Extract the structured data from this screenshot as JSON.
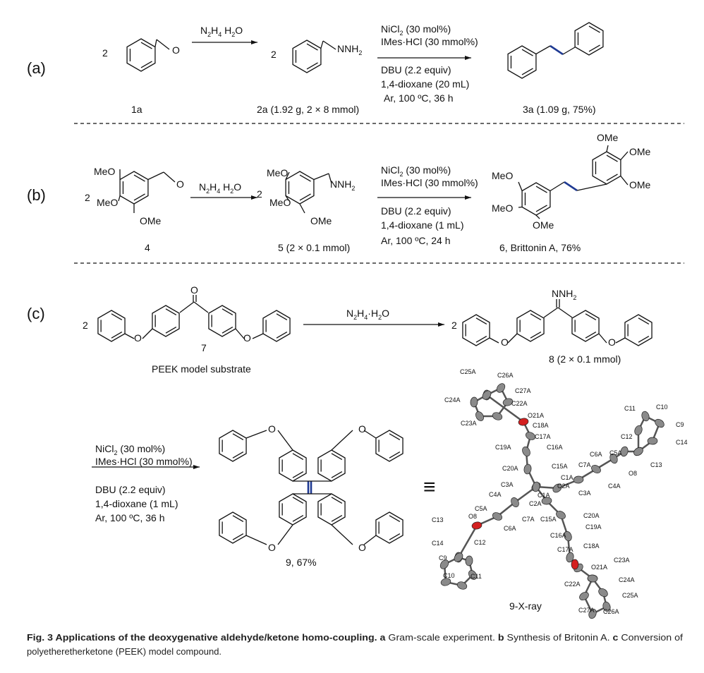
{
  "panels": {
    "a": {
      "label": "(a)",
      "coef1": "2",
      "coef2": "2",
      "reagent1": {
        "a": "N",
        "b": "2",
        "c": "H",
        "d": "4",
        "e": " H",
        "f": "2",
        "g": "O"
      },
      "aldehyde_o": "O",
      "hydrazone": {
        "a": "NNH",
        "b": "2"
      },
      "cond": {
        "ni": "NiCl",
        "ni_sub": "2",
        "ni_rest": " (30 mol%)",
        "imes": "IMes·HCl (30 mmol%)",
        "dbu": "DBU (2.2 equiv)",
        "solvent": "1,4-dioxane (20 mL)",
        "temp": "Ar, 100 ºC, 36 h"
      },
      "c1": "1a",
      "c2": "2a (1.92 g, 2 × 8 mmol)",
      "c3": "3a (1.09 g, 75%)"
    },
    "b": {
      "label": "(b)",
      "coef1": "2",
      "coef2": "2",
      "reagent1": {
        "a": "N",
        "b": "2",
        "c": "H",
        "d": "4",
        "e": " H",
        "f": "2",
        "g": "O"
      },
      "meo": "MeO",
      "ome": "OMe",
      "aldehyde_o": "O",
      "hydrazone": {
        "a": "NNH",
        "b": "2"
      },
      "cond": {
        "ni": "NiCl",
        "ni_sub": "2",
        "ni_rest": " (30 mol%)",
        "imes": "IMes·HCl (30 mmol%)",
        "dbu": "DBU (2.2 equiv)",
        "solvent": "1,4-dioxane (1 mL)",
        "temp": "Ar, 100 ºC, 24 h"
      },
      "c1": "4",
      "c2": "5 (2 × 0.1 mmol)",
      "c3": "6, Brittonin A, 76%"
    },
    "c": {
      "label": "(c)",
      "coef1": "2",
      "coef2": "2",
      "o": "O",
      "reagent1": {
        "a": "N",
        "b": "2",
        "c": "H",
        "d": "4",
        "e": "·H",
        "f": "2",
        "g": "O"
      },
      "hydrazone": {
        "a": "NNH",
        "b": "2"
      },
      "c7": "7",
      "c7_desc": "PEEK model substrate",
      "c8": "8 (2 × 0.1 mmol)",
      "cond": {
        "ni": "NiCl",
        "ni_sub": "2",
        "ni_rest": " (30 mol%)",
        "imes": "IMes·HCl (30 mmol%)",
        "dbu": "DBU (2.2 equiv)",
        "solvent": "1,4-dioxane (1 mL)",
        "temp": "Ar, 100 ºC, 36 h"
      },
      "c9": "9, 67%",
      "equiv": "≡",
      "xray_label": "9-X-ray",
      "atoms": [
        "C25A",
        "C26A",
        "C27A",
        "C22A",
        "C24A",
        "O21A",
        "C23A",
        "C18A",
        "C17A",
        "C19A",
        "C16A",
        "C20A",
        "C15A",
        "C1A",
        "C2A",
        "C3A",
        "C4A",
        "C2A",
        "C5A",
        "C7A",
        "C15A",
        "O8",
        "C6A",
        "C13",
        "C12",
        "C14",
        "C9",
        "C10",
        "C11",
        "C20A",
        "C19A",
        "C16A",
        "C18A",
        "C17A",
        "O21A",
        "C23A",
        "C22A",
        "C24A",
        "C25A",
        "C27A",
        "C26A",
        "C11",
        "C10",
        "C9",
        "C12",
        "C14",
        "C13",
        "O8",
        "C6A",
        "C5A",
        "C7A",
        "C4A",
        "C3A",
        "C1A"
      ]
    }
  },
  "caption": {
    "bold": "Fig. 3 Applications of the deoxygenative aldehyde/ketone homo-coupling.",
    "a_key": "a",
    "a_text": " Gram-scale experiment. ",
    "b_key": "b",
    "b_text": " Synthesis of Britonin A. ",
    "c_key": "c",
    "c_text": " Conversion of",
    "line2": "polyetheretherketone (PEEK) model compound."
  },
  "colors": {
    "new_bond": "#1f3a93",
    "oxygen": "#d42020",
    "carbon": "#8a8a8a"
  }
}
